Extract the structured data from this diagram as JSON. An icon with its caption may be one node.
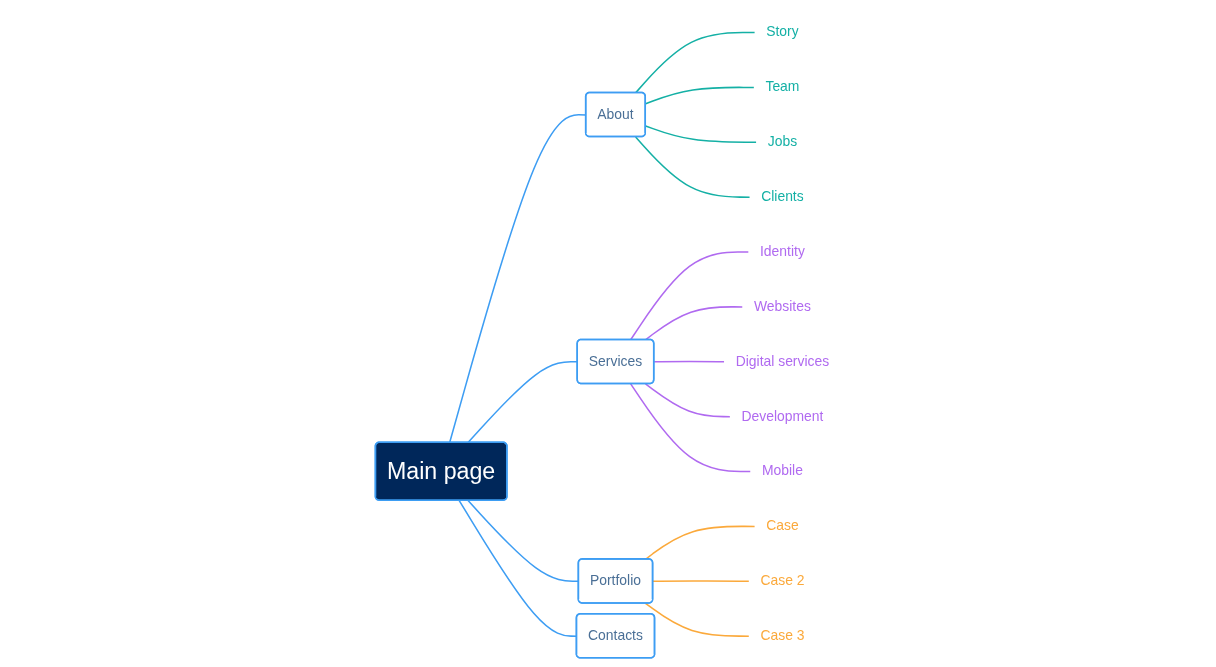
{
  "diagram": {
    "nodes": [
      {
        "text": [
          "Main page"
        ]
      },
      {
        "text": [
          "About"
        ]
      },
      {
        "text": [
          "Story"
        ]
      },
      {
        "text": [
          "Team"
        ]
      },
      {
        "text": [
          "Jobs"
        ]
      },
      {
        "text": [
          "Clients"
        ]
      },
      {
        "text": [
          "Services"
        ]
      },
      {
        "text": [
          "Identity"
        ]
      },
      {
        "text": [
          "Websites"
        ]
      },
      {
        "text": [
          "Digital services"
        ]
      },
      {
        "text": [
          "Development"
        ]
      },
      {
        "text": [
          "Mobile"
        ]
      },
      {
        "text": [
          "Portfolio"
        ]
      },
      {
        "text": [
          "Case"
        ]
      },
      {
        "text": [
          "Case 2"
        ]
      },
      {
        "text": [
          "Case 3"
        ]
      },
      {
        "text": [
          "Contacts"
        ]
      }
    ],
    "edges": [
      {
        "from": 0,
        "to": 1,
        "arrow": "none",
        "color": "#3d9df3"
      },
      {
        "from": 1,
        "to": 2,
        "arrow": "none",
        "color": "#14b0a5"
      },
      {
        "from": 1,
        "to": 3,
        "arrow": "none",
        "color": "#14b0a5"
      },
      {
        "from": 1,
        "to": 4,
        "arrow": "none",
        "color": "#14b0a5"
      },
      {
        "from": 1,
        "to": 5,
        "arrow": "none",
        "color": "#14b0a5"
      },
      {
        "from": 0,
        "to": 6,
        "arrow": "none",
        "color": "#3d9df3"
      },
      {
        "from": 6,
        "to": 7,
        "arrow": "none",
        "color": "#b06af0"
      },
      {
        "from": 6,
        "to": 8,
        "arrow": "none",
        "color": "#b06af0"
      },
      {
        "from": 6,
        "to": 9,
        "arrow": "none",
        "color": "#b06af0"
      },
      {
        "from": 6,
        "to": 10,
        "arrow": "none",
        "color": "#b06af0"
      },
      {
        "from": 6,
        "to": 11,
        "arrow": "none",
        "color": "#b06af0"
      },
      {
        "from": 0,
        "to": 12,
        "arrow": "none",
        "color": "#3d9df3"
      },
      {
        "from": 12,
        "to": 13,
        "arrow": "none",
        "color": "#fba93b"
      },
      {
        "from": 12,
        "to": 14,
        "arrow": "none",
        "color": "#fba93b"
      },
      {
        "from": 12,
        "to": 15,
        "arrow": "none",
        "color": "#fba93b"
      },
      {
        "from": 0,
        "to": 16,
        "arrow": "none",
        "color": "#3d9df3"
      }
    ]
  }
}
